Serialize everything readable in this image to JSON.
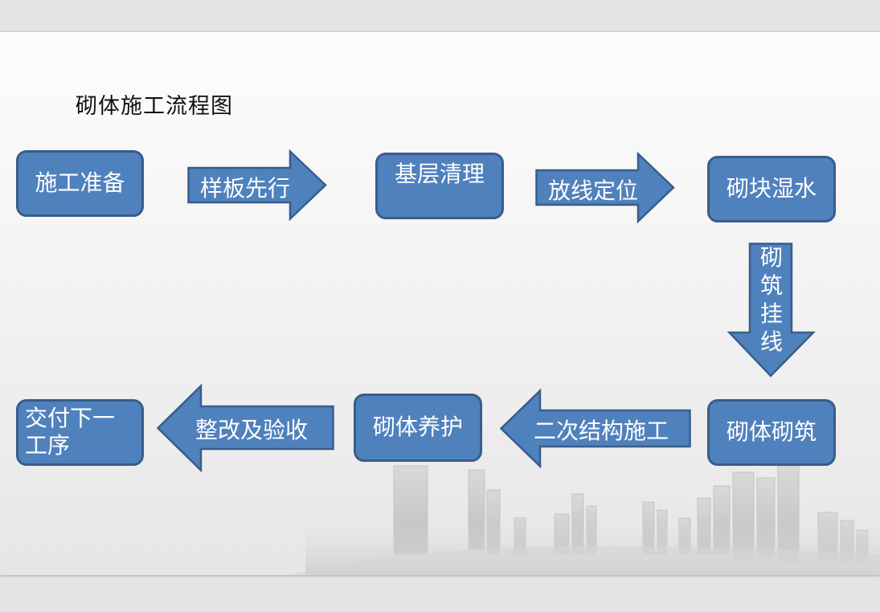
{
  "title": "砌体施工流程图",
  "boxes": {
    "prep": "施工准备",
    "base_clean": "基层清理",
    "block_wet": "砌块湿水",
    "masonry": "砌体砌筑",
    "curing": "砌体养护",
    "handover": "交付下一工序"
  },
  "arrows": {
    "sample_first": "样板先行",
    "layout": "放线定位",
    "hang_line": "砌筑挂线",
    "secondary_structure": "二次结构施工",
    "rectify_accept": "整改及验收"
  },
  "colors": {
    "box_fill": "#4f81bd",
    "box_border": "#385d8a",
    "text": "#ffffff"
  }
}
